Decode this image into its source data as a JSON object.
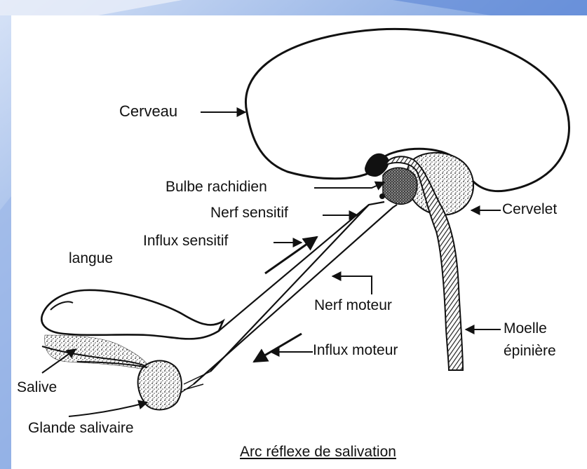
{
  "labels": {
    "cerveau": "Cerveau",
    "bulbe": "Bulbe rachidien",
    "nerf_sensitif": "Nerf sensitif",
    "influx_sensitif": "Influx sensitif",
    "langue": "langue",
    "nerf_moteur": "Nerf moteur",
    "influx_moteur": "Influx moteur",
    "cervelet": "Cervelet",
    "moelle_line1": "Moelle",
    "moelle_line2": "épinière",
    "salive": "Salive",
    "glande": "Glande salivaire"
  },
  "title": "Arc réflexe de salivation",
  "colors": {
    "frame": "#3e6fc9",
    "frame_light": "#c9d8f2",
    "ink": "#111111"
  }
}
